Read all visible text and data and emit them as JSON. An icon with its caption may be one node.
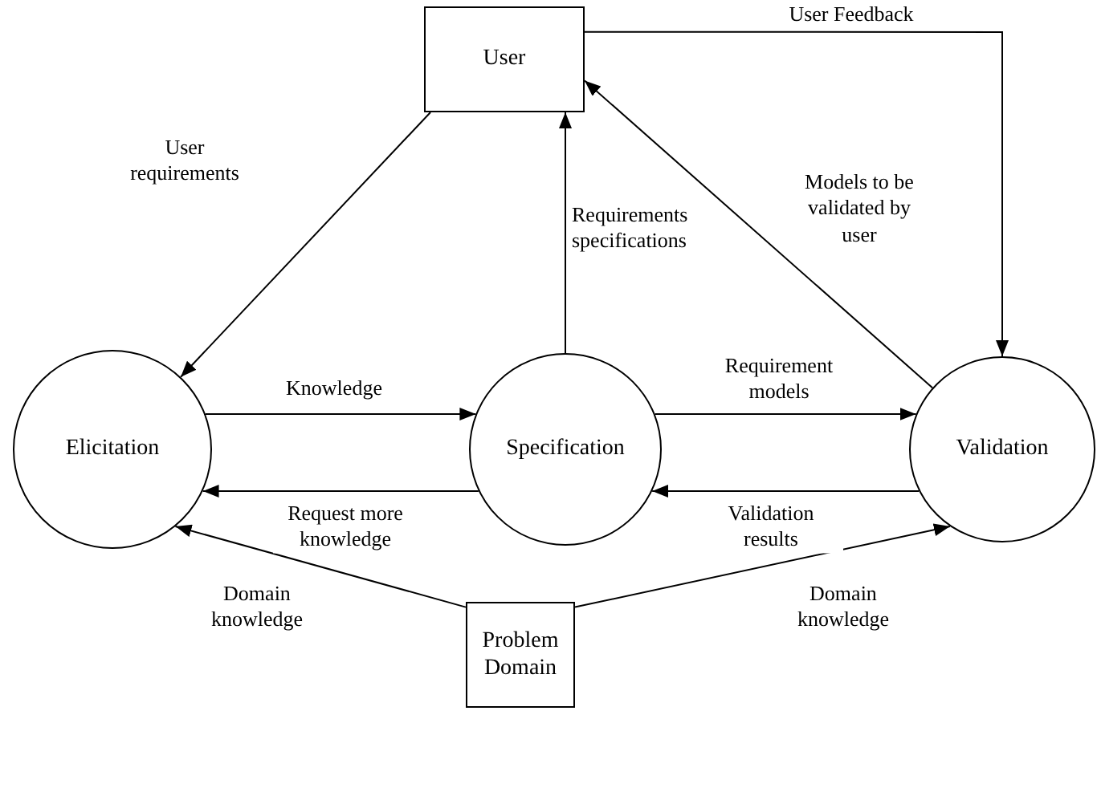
{
  "diagram": {
    "nodes": [
      {
        "text": [
          "User"
        ]
      },
      {
        "text": [
          "Elicitation"
        ]
      },
      {
        "text": [
          "Specification"
        ]
      },
      {
        "text": [
          "Validation"
        ]
      },
      {
        "text": [
          "Problem Domain"
        ]
      }
    ],
    "edges": [
      {
        "from": 0,
        "to": 1,
        "arrow": "to",
        "label": "User requirements"
      },
      {
        "from": 2,
        "to": 0,
        "arrow": "to",
        "label": "Requirements specifications"
      },
      {
        "from": 0,
        "to": 3,
        "arrow": "to",
        "label": "User Feedback"
      },
      {
        "from": 3,
        "to": 0,
        "arrow": "to",
        "label": "Models to be validated by user"
      },
      {
        "from": 1,
        "to": 2,
        "arrow": "to",
        "label": "Knowledge"
      },
      {
        "from": 2,
        "to": 1,
        "arrow": "to",
        "label": "Request more knowledge"
      },
      {
        "from": 2,
        "to": 3,
        "arrow": "to",
        "label": "Requirement models"
      },
      {
        "from": 3,
        "to": 2,
        "arrow": "to",
        "label": "Validation results"
      },
      {
        "from": 4,
        "to": 1,
        "arrow": "to",
        "label": "Domain knowledge"
      },
      {
        "from": 4,
        "to": 3,
        "arrow": "to",
        "label": "Domain knowledge"
      }
    ]
  }
}
